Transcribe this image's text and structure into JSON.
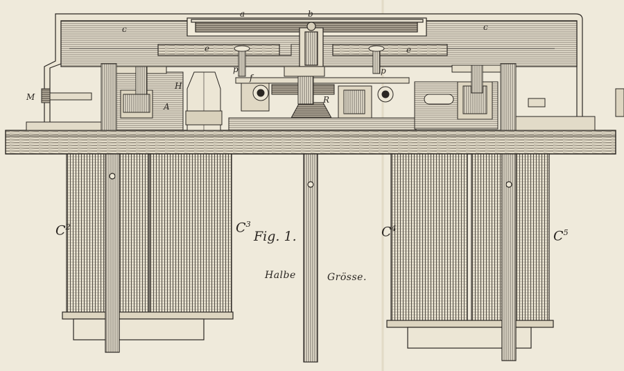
{
  "figure": {
    "title": "Fig. 1.",
    "scale_note_1": "Halbe",
    "scale_note_2": "Grösse."
  },
  "labels": {
    "a": "a",
    "b": "b",
    "c_left": "c",
    "c_right": "c",
    "e_left": "e",
    "e_right": "e",
    "p_left": "p",
    "p_right": "p",
    "f": "f",
    "H": "H",
    "A": "A",
    "R": "R",
    "M": "M",
    "C2": "C",
    "C2_sup": "2",
    "C3": "C",
    "C3_sup": "3",
    "C4": "C",
    "C4_sup": "4",
    "C5": "C",
    "C5_sup": "5"
  },
  "colors": {
    "paper": "#efeadb",
    "ink": "#2a2622"
  }
}
